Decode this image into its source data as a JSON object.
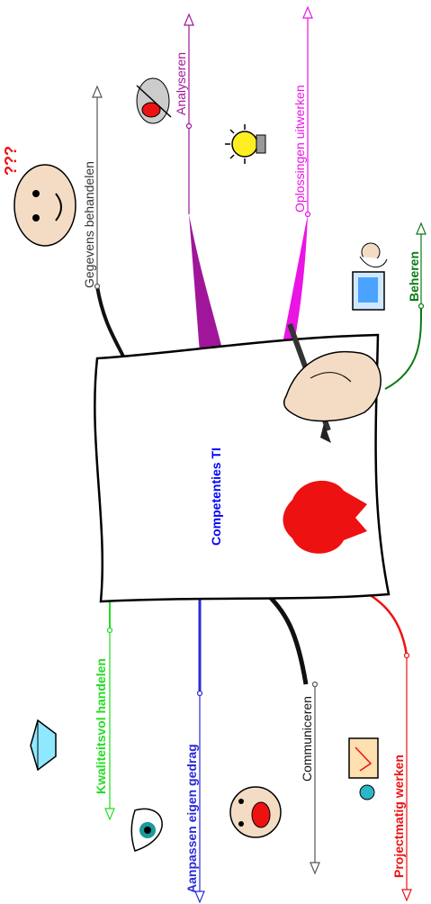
{
  "center": {
    "label": "Competenties TI",
    "color": "#0000ff"
  },
  "branches": [
    {
      "id": "gegevens",
      "label": "Gegevens behandelen",
      "color": "#333333",
      "icon": "confused-face-icon"
    },
    {
      "id": "analyseren",
      "label": "Analyseren",
      "color": "#a0169a",
      "icon": "analysis-tools-icon"
    },
    {
      "id": "oplossingen",
      "label": "Oplossingen uitwerken",
      "color": "#ea14e4",
      "icon": "lightbulb-icon"
    },
    {
      "id": "beheren",
      "label": "Beheren",
      "color": "#0a7a16",
      "icon": "person-at-computer-icon"
    },
    {
      "id": "kwaliteit",
      "label": "Kwaliteitsvol handelen",
      "color": "#22dd22",
      "icon": "diamond-icon"
    },
    {
      "id": "aanpassen",
      "label": "Aanpassen eigen gedrag",
      "color": "#2a2ad8",
      "icon": "eye-icon"
    },
    {
      "id": "communiceren",
      "label": "Communiceren",
      "color": "#111111",
      "icon": "shouting-face-icon"
    },
    {
      "id": "projectmatig",
      "label": "Projectmatig werken",
      "color": "#ee1111",
      "icon": "project-board-icon"
    }
  ]
}
